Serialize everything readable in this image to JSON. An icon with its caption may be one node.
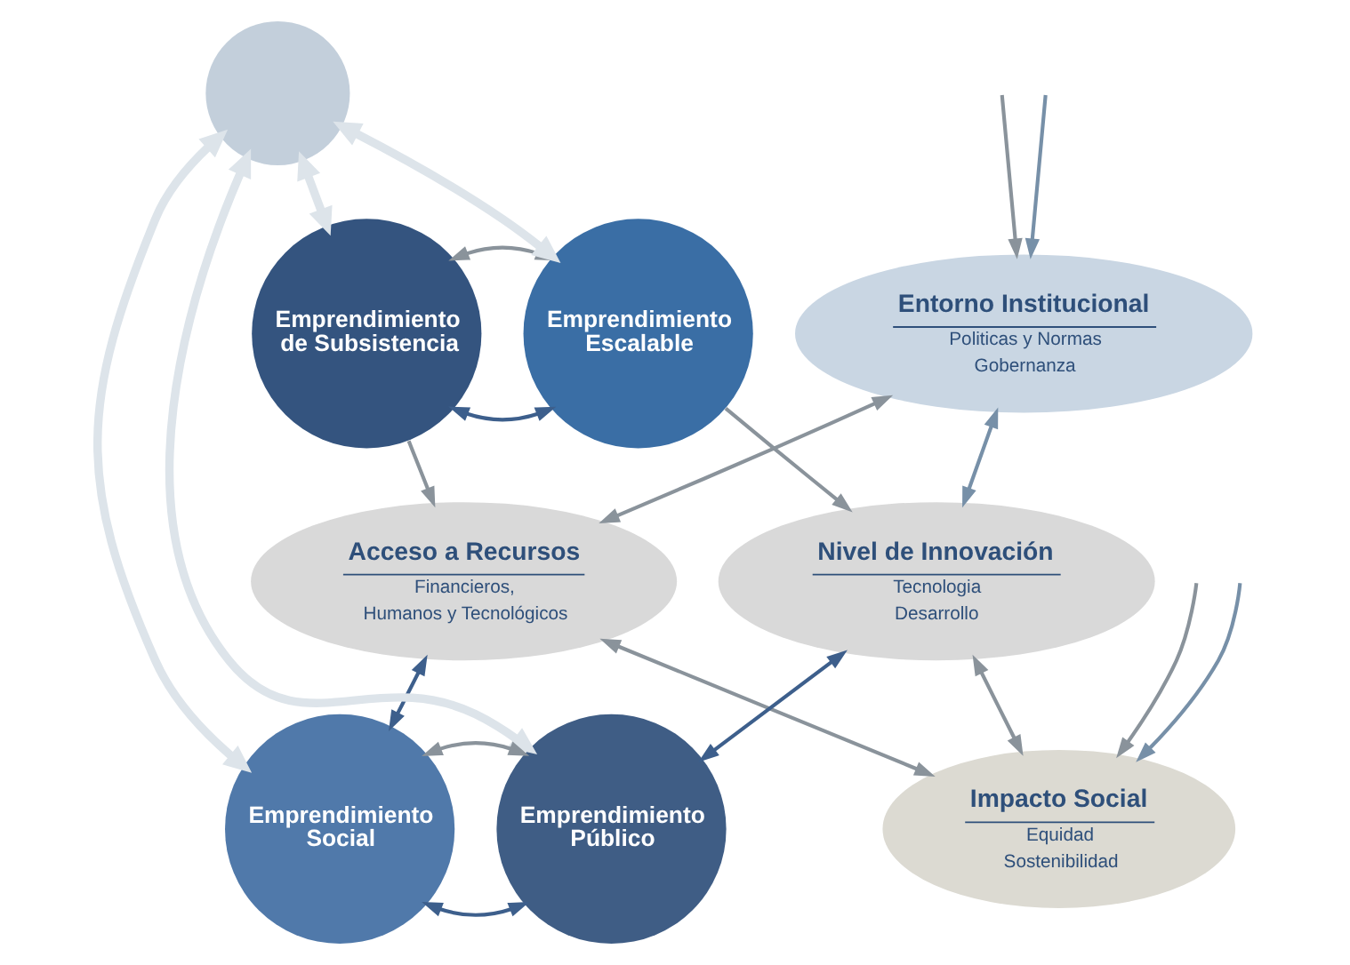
{
  "diagram": {
    "nodes": [
      {
        "text": [
          "Entorno Institucional",
          "Politicas y Normas",
          "Gobernanza"
        ]
      },
      {
        "text": [
          "Acceso a Recursos",
          "Financieros,",
          "Humanos y Tecnológicos"
        ]
      },
      {
        "text": [
          "Emprendimiento de Subsistencia"
        ]
      },
      {
        "text": [
          "Emprendimiento Escalable"
        ]
      },
      {
        "text": [
          "Nivel de Innovación",
          "Tecnologia",
          "Desarrollo"
        ]
      },
      {
        "text": [],
        "shape": "circle"
      },
      {
        "text": [
          "Emprendimiento Social"
        ]
      },
      {
        "text": [
          "Emprendimiento Público"
        ]
      },
      {
        "text": [
          "Impacto Social",
          "Equidad",
          "Sostenibilidad"
        ]
      }
    ],
    "edges": [
      {
        "from": 1,
        "to": 0,
        "arrow": "both"
      },
      {
        "from": 0,
        "to": 4,
        "arrow": "both",
        "color": "#7790a8"
      },
      {
        "from": 2,
        "to": 3,
        "arrow": "both",
        "color": "#3d5f8c"
      },
      {
        "from": 2,
        "to": 3,
        "arrow": "both"
      },
      {
        "from": null,
        "to": 0,
        "arrow": "to",
        "color": "#7790a8"
      },
      {
        "from": null,
        "to": 0,
        "arrow": "to"
      },
      {
        "from": 2,
        "to": 1,
        "arrow": "to"
      },
      {
        "from": 3,
        "to": 4,
        "arrow": "to"
      },
      {
        "from": 5,
        "to": 2,
        "arrow": "both",
        "style": "thick",
        "color": "#dde4ea"
      },
      {
        "from": 5,
        "to": 3,
        "arrow": "both",
        "style": "thick",
        "color": "#dde4ea"
      },
      {
        "from": 5,
        "to": 6,
        "arrow": "both",
        "style": "thick",
        "color": "#dde4ea"
      },
      {
        "from": 5,
        "to": 7,
        "arrow": "both",
        "style": "thick",
        "color": "#dde4ea"
      },
      {
        "from": 1,
        "to": 6,
        "arrow": "both",
        "color": "#3d5f8c"
      },
      {
        "from": 4,
        "to": 7,
        "arrow": "both",
        "color": "#3d5f8c"
      },
      {
        "from": 6,
        "to": 7,
        "arrow": "both",
        "color": "#3d5f8c"
      },
      {
        "from": 6,
        "to": 7,
        "arrow": "both"
      },
      {
        "from": null,
        "to": 8,
        "arrow": "to"
      },
      {
        "from": null,
        "to": 8,
        "arrow": "to",
        "color": "#7790a8"
      },
      {
        "from": 1,
        "to": 8,
        "arrow": "both"
      },
      {
        "from": 4,
        "to": 8,
        "arrow": "both"
      }
    ]
  }
}
